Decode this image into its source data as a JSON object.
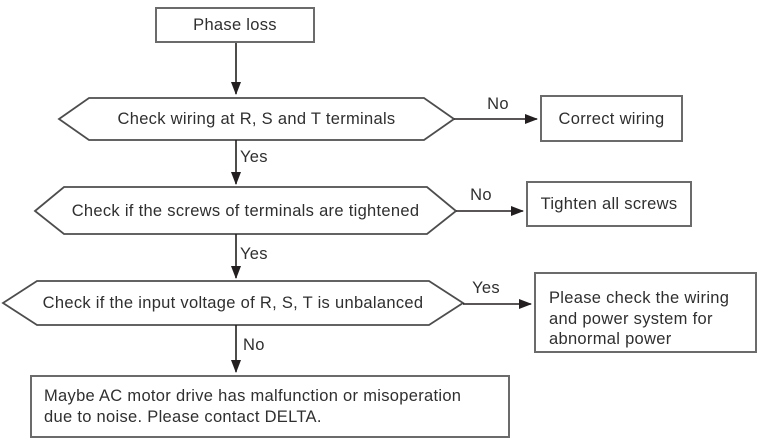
{
  "diagram": {
    "type": "flowchart",
    "topic": "Phase loss troubleshooting",
    "nodes": {
      "start": {
        "shape": "rect",
        "label": "Phase loss"
      },
      "check1": {
        "shape": "hexagon",
        "label": "Check wiring at R, S and T terminals"
      },
      "action1": {
        "shape": "rect",
        "label": "Correct wiring"
      },
      "check2": {
        "shape": "hexagon",
        "label": "Check if the screws of terminals are tightened"
      },
      "action2": {
        "shape": "rect",
        "label": "Tighten all screws"
      },
      "check3": {
        "shape": "hexagon",
        "label": "Check if the input voltage of R, S, T is unbalanced"
      },
      "action3": {
        "shape": "rect",
        "label": "Please check the wiring and power system for abnormal power",
        "lines": [
          "Please check the wiring",
          "and power system for",
          "abnormal power"
        ]
      },
      "end": {
        "shape": "rect",
        "label": "Maybe AC motor drive has malfunction or misoperation due to noise. Please contact DELTA.",
        "lines": [
          "Maybe AC motor drive has malfunction or misoperation",
          "due to noise. Please contact DELTA."
        ]
      }
    },
    "edge_labels": {
      "check1_to_action1": "No",
      "check1_to_check2": "Yes",
      "check2_to_action2": "No",
      "check2_to_check3": "Yes",
      "check3_to_action3": "Yes",
      "check3_to_end": "No"
    },
    "colors": {
      "background": "#ffffff",
      "text": "#2f2f2f",
      "line": "#231f20",
      "border": "#6b6b6b",
      "hex_border": "#4d4d4d"
    }
  }
}
